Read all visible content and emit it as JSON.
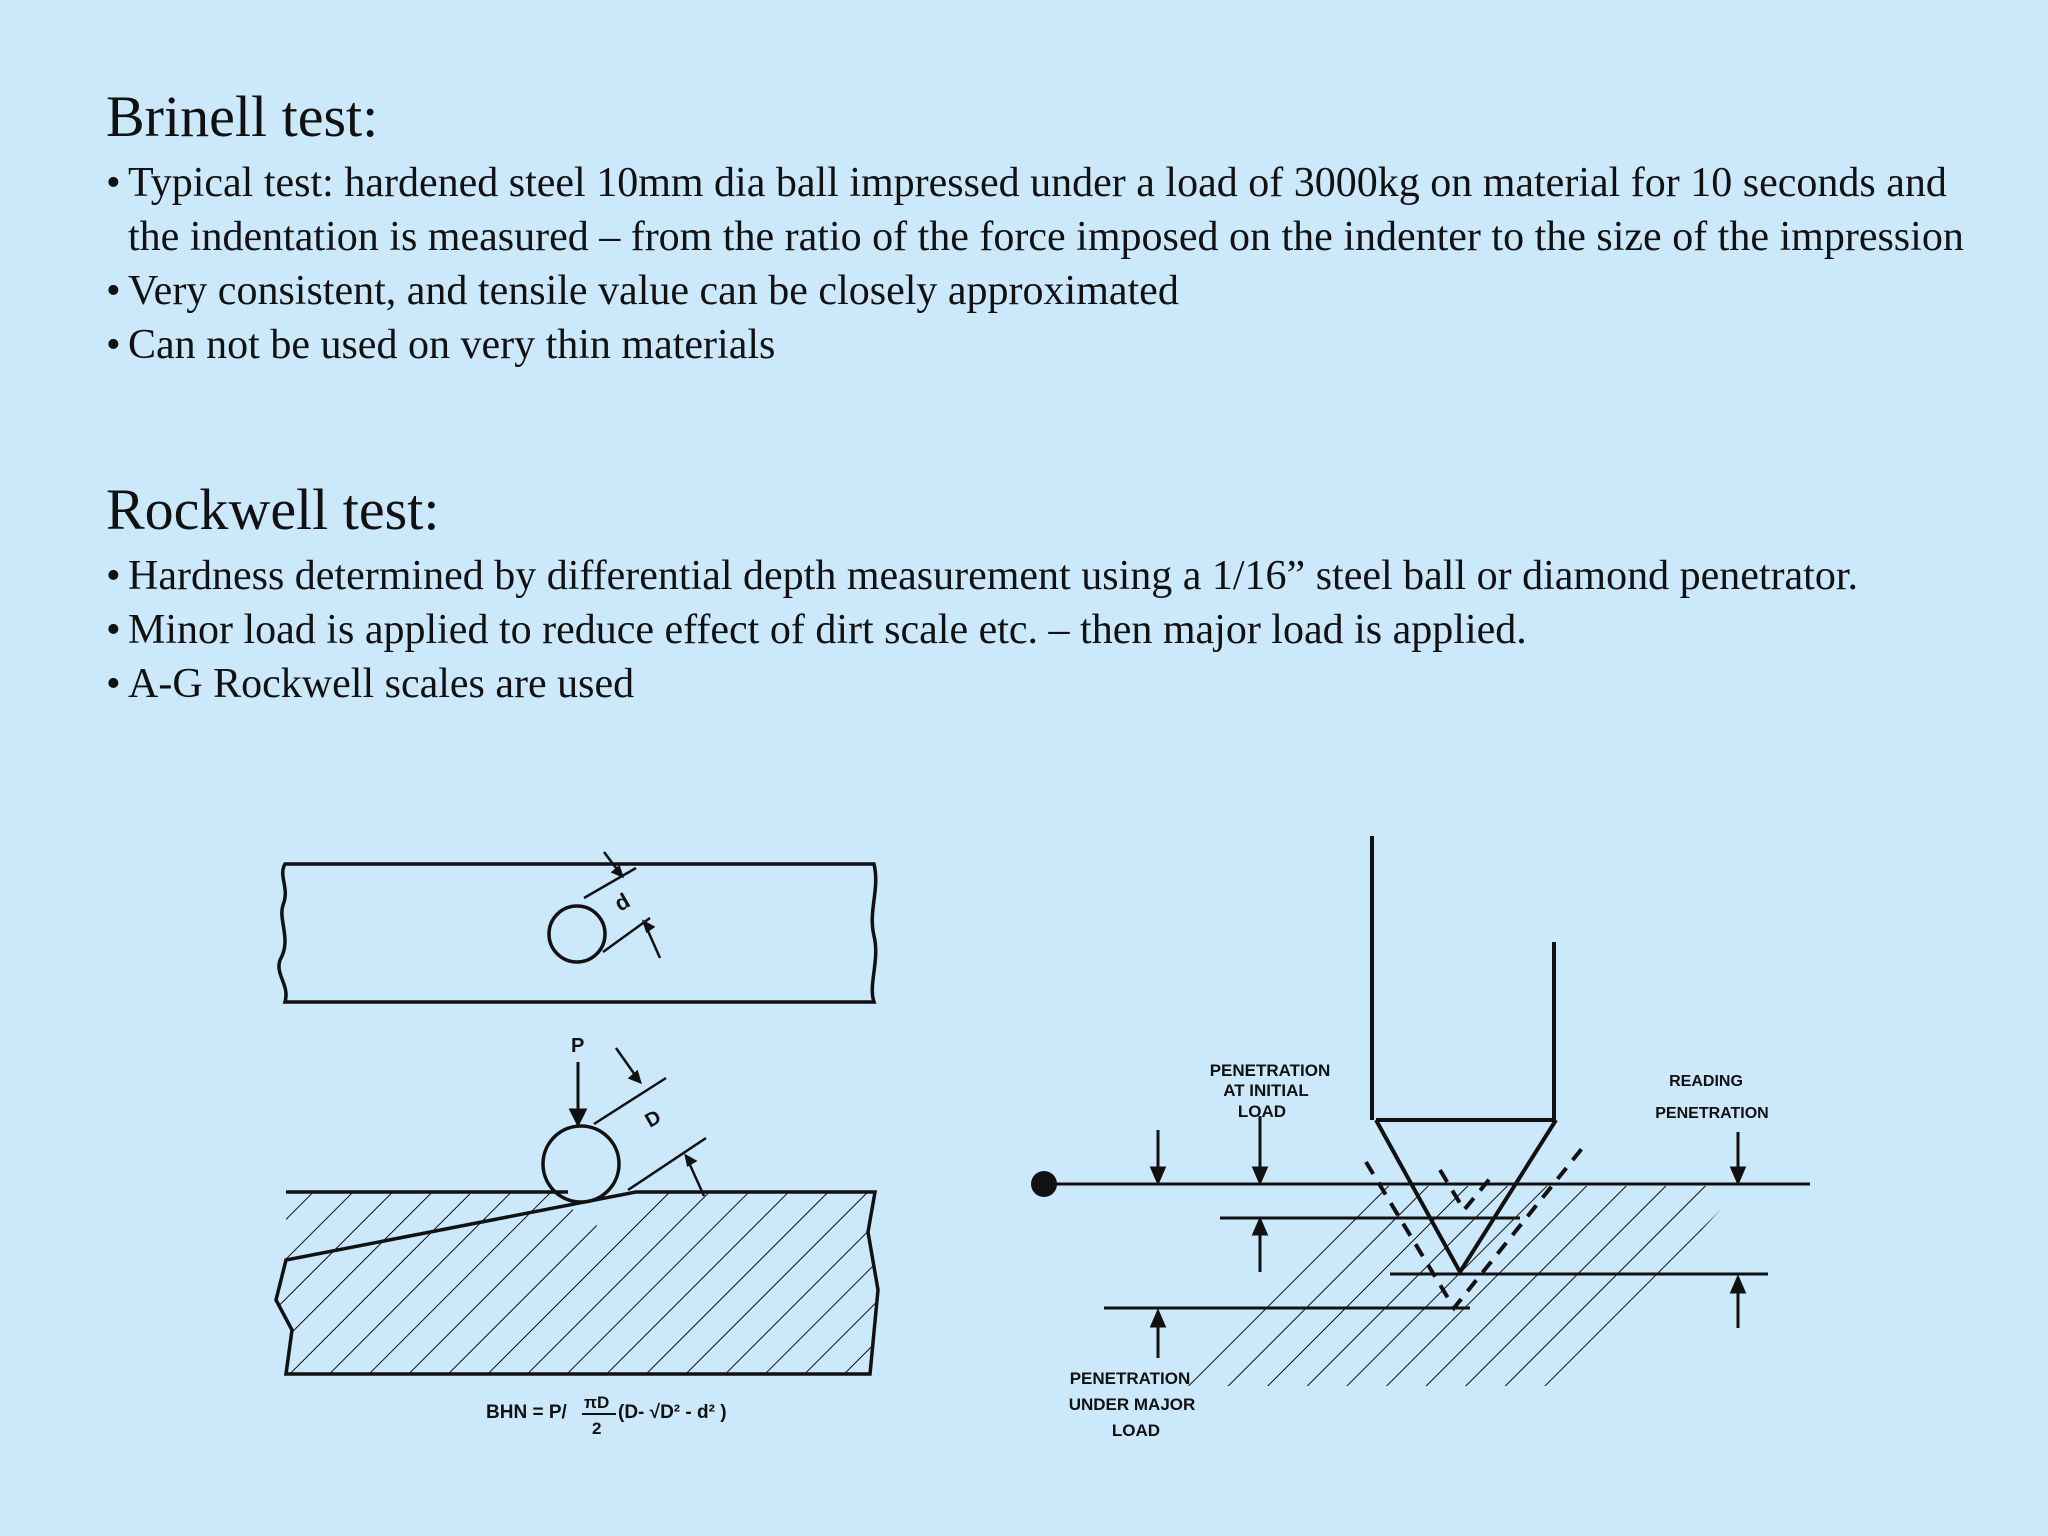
{
  "brinell": {
    "heading": "Brinell test:",
    "bullet_mark": "•",
    "bullets": [
      "Typical test: hardened steel 10mm dia ball impressed under a load of 3000kg on material for 10 seconds and the indentation is measured – from the ratio of the force imposed on the indenter to the size of the impression",
      "Very consistent, and tensile value can be closely approximated",
      "Can not be used on very thin materials"
    ]
  },
  "rockwell": {
    "heading": "Rockwell test:",
    "bullet_mark": "•",
    "bullets": [
      "Hardness determined by differential depth measurement using a 1/16” steel ball or diamond penetrator.",
      "Minor load is applied to reduce effect of dirt scale etc. – then major load is applied.",
      "A-G Rockwell scales are used"
    ]
  },
  "brinell_figure": {
    "label_d_small": "d",
    "label_p": "P",
    "label_d_large": "D",
    "formula_prefix": "BHN = P/",
    "formula_numerator": "πD",
    "formula_denominator": "2",
    "formula_suffix": "(D- √D² - d² )"
  },
  "rockwell_figure": {
    "label_initial_line1": "PENETRATION",
    "label_initial_line2": "AT INITIAL",
    "label_initial_line3": "LOAD",
    "label_reading_line1": "READING",
    "label_reading_line2": "PENETRATION",
    "label_major_line1": "PENETRATION",
    "label_major_line2": "UNDER MAJOR",
    "label_major_line3": "LOAD"
  }
}
